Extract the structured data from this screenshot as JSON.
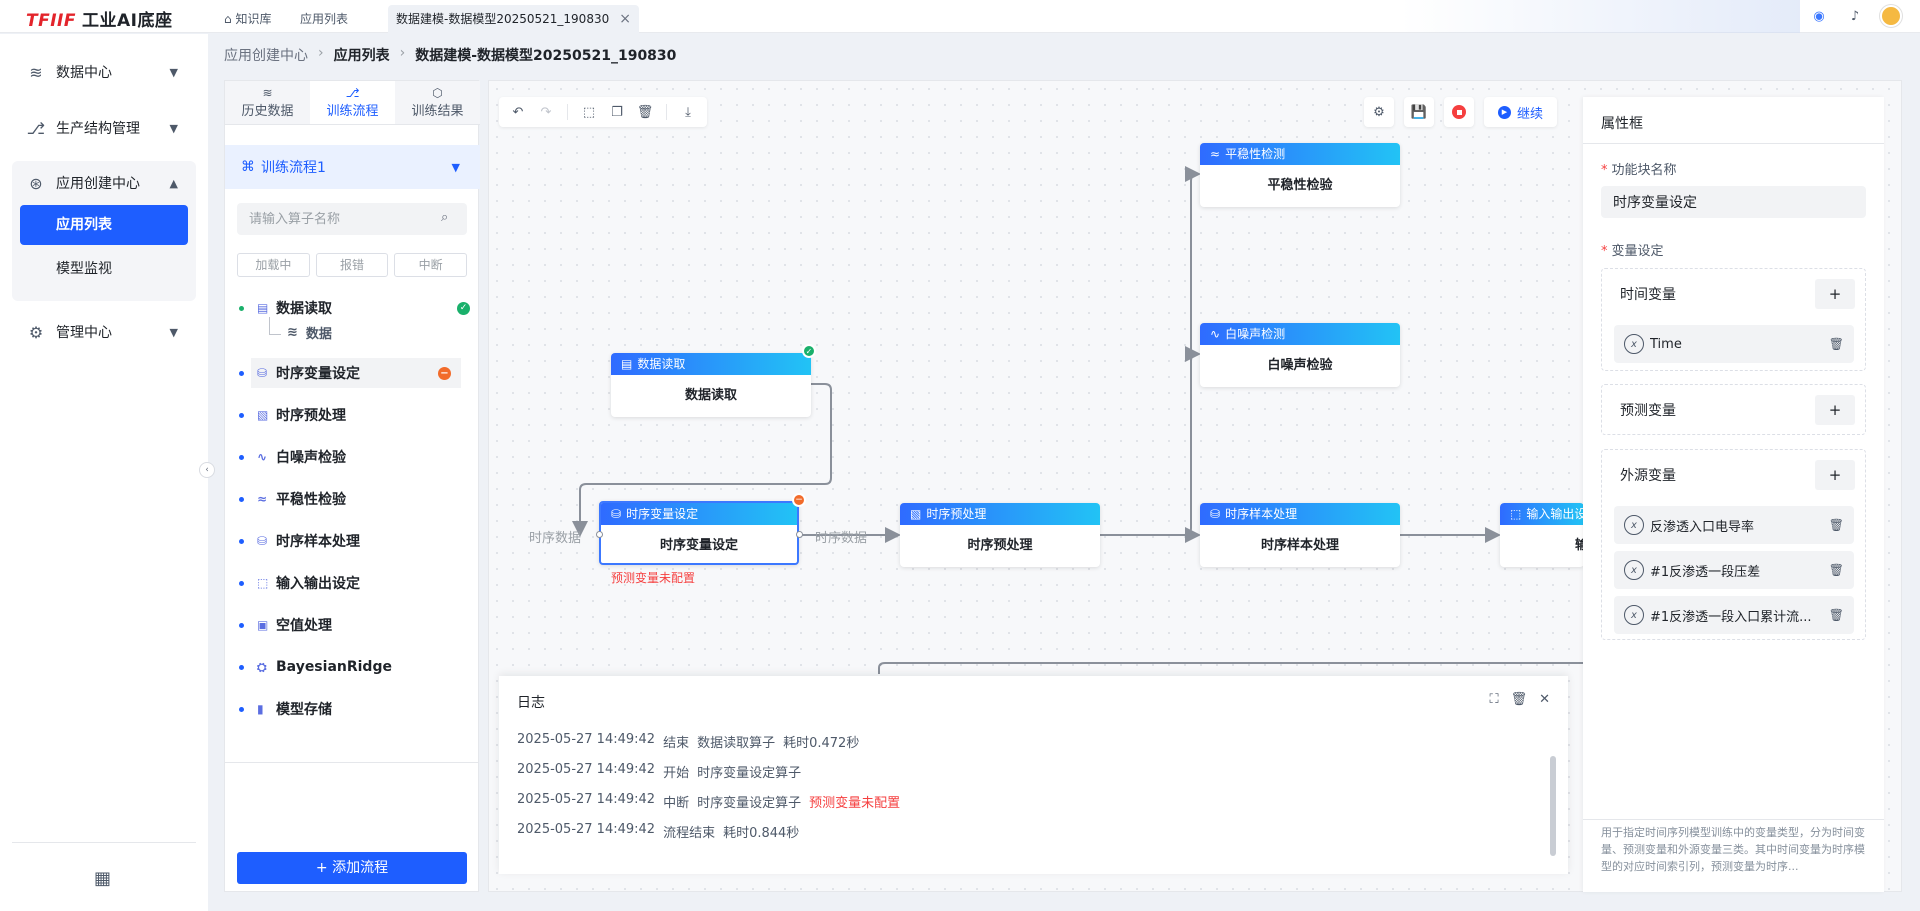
{
  "app": {
    "brand": "TFIIF",
    "name": "工业AI底座"
  },
  "tabs": [
    {
      "label": "知识库"
    },
    {
      "label": "应用列表"
    },
    {
      "label": "数据建模-数据模型20250521_190830"
    }
  ],
  "sidebar": {
    "items": [
      {
        "label": "数据中心",
        "icon": "database-icon"
      },
      {
        "label": "生产结构管理",
        "icon": "structure-icon"
      },
      {
        "label": "应用创建中心",
        "icon": "app-center-icon"
      },
      {
        "label": "管理中心",
        "icon": "gear-icon"
      }
    ],
    "sub_items": [
      {
        "label": "应用列表",
        "active": true
      },
      {
        "label": "模型监视",
        "active": false
      }
    ]
  },
  "breadcrumb": [
    "应用创建中心",
    "应用列表",
    "数据建模-数据模型20250521_190830"
  ],
  "left_panel": {
    "tabs": [
      {
        "label": "历史数据"
      },
      {
        "label": "训练流程",
        "active": true
      },
      {
        "label": "训练结果"
      }
    ],
    "flow_name": "训练流程1",
    "search_placeholder": "请输入算子名称",
    "controls": [
      "加载中",
      "报错",
      "中断"
    ],
    "steps": [
      {
        "label": "数据读取",
        "status": "ok"
      },
      {
        "label": "时序变量设定",
        "status": "error"
      },
      {
        "label": "时序预处理"
      },
      {
        "label": "白噪声检验"
      },
      {
        "label": "平稳性检验"
      },
      {
        "label": "时序样本处理"
      },
      {
        "label": "输入输出设定"
      },
      {
        "label": "空值处理"
      },
      {
        "label": "BayesianRidge"
      },
      {
        "label": "模型存储"
      }
    ],
    "sub_step": "数据",
    "add_flow": "+ 添加流程"
  },
  "canvas": {
    "continue_label": "继续",
    "nodes": [
      {
        "title": "数据读取",
        "body": "数据读取"
      },
      {
        "title": "时序变量设定",
        "body": "时序变量设定"
      },
      {
        "title": "时序预处理",
        "body": "时序预处理"
      },
      {
        "title": "平稳性检测",
        "body": "平稳性检验"
      },
      {
        "title": "白噪声检测",
        "body": "白噪声检验"
      },
      {
        "title": "时序样本处理",
        "body": "时序样本处理"
      },
      {
        "title": "输入输出设",
        "body": "输入"
      }
    ],
    "edge_label": "时序数据",
    "error_message": "预测变量未配置"
  },
  "properties": {
    "title": "属性框",
    "name_label": "功能块名称",
    "name_value": "时序变量设定",
    "var_label": "变量设定",
    "groups": {
      "time": {
        "title": "时间变量",
        "items": [
          "Time"
        ]
      },
      "predict": {
        "title": "预测变量",
        "items": []
      },
      "external": {
        "title": "外源变量",
        "items": [
          "反渗透入口电导率",
          "#1反渗透一段压差",
          "#1反渗透一段入口累计流..."
        ]
      }
    },
    "add_symbol": "+",
    "description": "用于指定时间序列模型训练中的变量类型，分为时间变量、预测变量和外源变量三类。其中时间变量为时序模型的对应时间索引列，预测变量为时序..."
  },
  "log": {
    "title": "日志",
    "lines": [
      {
        "time": "2025-05-27 14:49:42",
        "action": "结束",
        "target": "数据读取算子",
        "extra": "耗时0.472秒"
      },
      {
        "time": "2025-05-27 14:49:42",
        "action": "开始",
        "target": "时序变量设定算子",
        "extra": ""
      },
      {
        "time": "2025-05-27 14:49:42",
        "action": "中断",
        "target": "时序变量设定算子",
        "error": "预测变量未配置"
      },
      {
        "time": "2025-05-27 14:49:42",
        "action": "流程结束",
        "target": "耗时0.844秒",
        "extra": ""
      }
    ]
  },
  "colors": {
    "primary": "#1e5eff",
    "success": "#1ab06b",
    "error": "#f53f3f",
    "warning": "#f26b2a"
  }
}
